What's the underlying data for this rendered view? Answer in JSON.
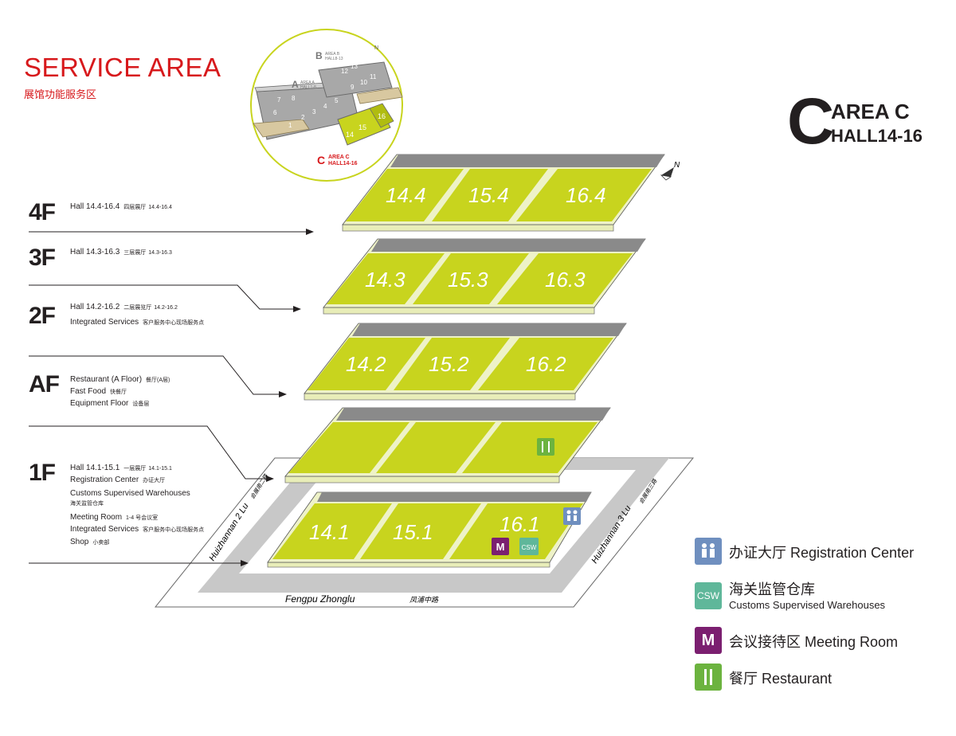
{
  "header": {
    "title": "SERVICE AREA",
    "subtitle": "展馆功能服务区"
  },
  "area_badge": {
    "letter": "C",
    "area": "AREA C",
    "halls": "HALL14-16"
  },
  "inset": {
    "area_b": {
      "letter": "B",
      "name": "AREA B",
      "halls": "HALL8-13"
    },
    "area_a": {
      "letter": "A",
      "name": "AREA A",
      "halls": "HALL1-8"
    },
    "area_c": {
      "letter": "C",
      "name": "AREA C",
      "halls": "HALL14-16"
    },
    "a_halls": [
      "1",
      "2",
      "3",
      "4",
      "5",
      "6",
      "7",
      "8"
    ],
    "b_halls": [
      "9",
      "10",
      "11",
      "12",
      "13"
    ],
    "c_halls": [
      "14",
      "15",
      "16"
    ],
    "north": "N"
  },
  "north_label": "N",
  "floors": [
    {
      "name": "4F",
      "lines": [
        {
          "en": "Hall 14.4-16.4",
          "cn": "四层展厅",
          "num": "14.4-16.4"
        }
      ]
    },
    {
      "name": "3F",
      "lines": [
        {
          "en": "Hall 14.3-16.3",
          "cn": "三层展厅",
          "num": "14.3-16.3"
        }
      ]
    },
    {
      "name": "2F",
      "lines": [
        {
          "en": "Hall 14.2-16.2",
          "cn": "二层展览厅",
          "num": "14.2-16.2"
        },
        {
          "en": "Integrated Services",
          "cn": "客户服务中心现场服务点",
          "num": ""
        }
      ]
    },
    {
      "name": "AF",
      "lines": [
        {
          "en": "Restaurant (A Floor)",
          "cn": "餐厅(A层)",
          "num": ""
        },
        {
          "en": "Fast Food",
          "cn": "快餐厅",
          "num": ""
        },
        {
          "en": "Equipment Floor",
          "cn": "设备层",
          "num": ""
        }
      ]
    },
    {
      "name": "1F",
      "lines": [
        {
          "en": "Hall 14.1-15.1",
          "cn": "一层展厅",
          "num": "14.1-15.1"
        },
        {
          "en": "Registration Center",
          "cn": "办证大厅",
          "num": ""
        },
        {
          "en": "Customs Supervised Warehouses",
          "cn": "",
          "num": ""
        },
        {
          "en": "海关监管仓库",
          "cn": "",
          "num": ""
        },
        {
          "en": "Meeting Room",
          "cn": "1-4 号会议室",
          "num": ""
        },
        {
          "en": "Integrated Services",
          "cn": "客户服务中心现场服务点",
          "num": ""
        },
        {
          "en": "Shop",
          "cn": "小卖部",
          "num": ""
        }
      ]
    }
  ],
  "halls": {
    "f4": [
      "14.4",
      "15.4",
      "16.4"
    ],
    "f3": [
      "14.3",
      "15.3",
      "16.3"
    ],
    "f2": [
      "14.2",
      "15.2",
      "16.2"
    ],
    "f1": [
      "14.1",
      "15.1",
      "16.1"
    ]
  },
  "roads": {
    "south": "Fengpu Zhonglu",
    "south_cn": "凤浦中路",
    "west": "Huizhannan 2 Lu",
    "west_cn": "会展南二路",
    "east": "Huizhannan 3 Lu",
    "east_cn": "会展南三路"
  },
  "legend": [
    {
      "icon": "registration",
      "label": "办证大厅 Registration Center",
      "sub": "",
      "color": "#6f8fbf"
    },
    {
      "icon": "CSW",
      "label": "海关监管仓库",
      "sub": "Customs Supervised Warehouses",
      "color": "#5fb79a"
    },
    {
      "icon": "M",
      "label": "会议接待区 Meeting Room",
      "sub": "",
      "color": "#7b1f70"
    },
    {
      "icon": "restaurant",
      "label": "餐厅 Restaurant",
      "sub": "",
      "color": "#6cb33f"
    }
  ],
  "colors": {
    "accent": "#d7191c",
    "hall_green": "#c8d41e",
    "corridor": "#eef2c8",
    "roof_gray": "#8a8a8a"
  }
}
